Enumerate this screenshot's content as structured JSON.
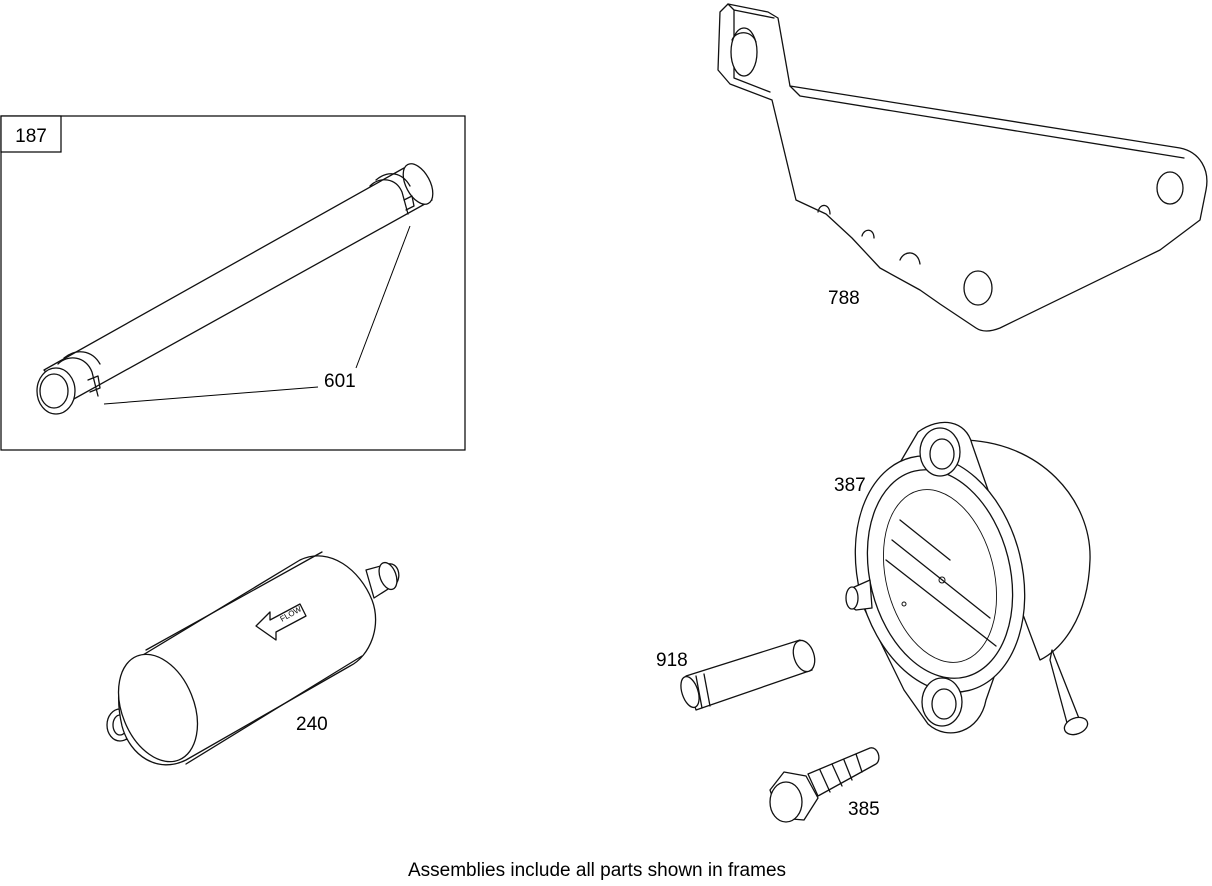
{
  "frame": {
    "label": "187"
  },
  "parts": {
    "clip": "601",
    "bracket": "788",
    "pump": "387",
    "filter": "240",
    "fitting_tube": "918",
    "elbow_fitting": "385"
  },
  "filter_marking": "FLOW",
  "caption": "Assemblies include all parts shown in frames"
}
